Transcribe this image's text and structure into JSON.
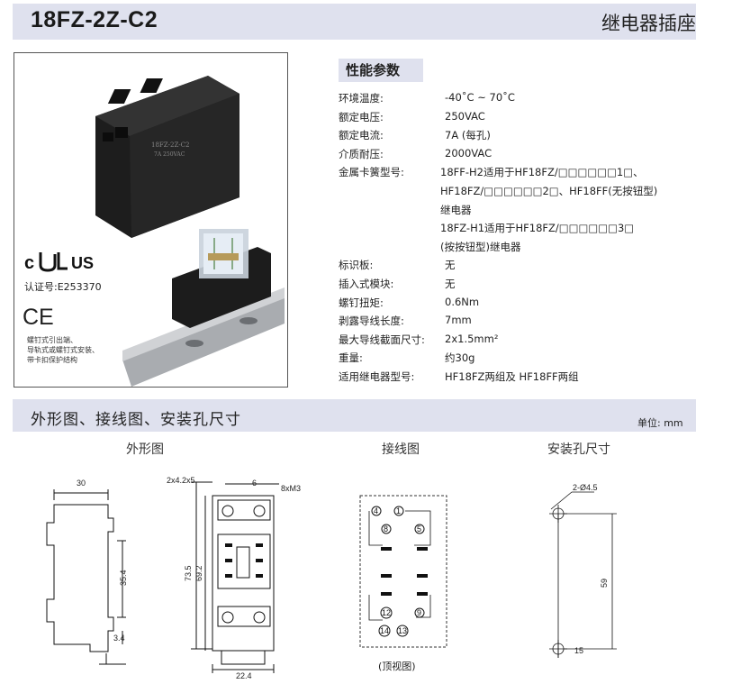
{
  "header": {
    "model": "18FZ-2Z-C2",
    "category": "继电器插座"
  },
  "certification": {
    "ul_mark_c": "c",
    "ul_mark_us": "US",
    "cert_number": "认证号:E253370",
    "ce_mark": "CE",
    "ce_desc": [
      "螺钉式引出端、",
      "导轨式或螺钉式安装、",
      "带卡扣保护结构"
    ]
  },
  "photo": {
    "socket_label_1": "18FZ-2Z-C2",
    "socket_label_2": "7A 250VAC"
  },
  "performance": {
    "title": "性能参数",
    "rows": [
      {
        "k": "环境温度:",
        "v": "-40˚C  ~ 70˚C"
      },
      {
        "k": "额定电压:",
        "v": "250VAC"
      },
      {
        "k": "额定电流:",
        "v": "7A (每孔)"
      },
      {
        "k": "介质耐压:",
        "v": "2000VAC"
      },
      {
        "k": "金属卡簧型号:",
        "v": "18FF-H2适用于HF18FZ/□□□□□□1□、"
      },
      {
        "k": "",
        "v": "HF18FZ/□□□□□□2□、HF18FF(无按钮型)"
      },
      {
        "k": "",
        "v": "继电器"
      },
      {
        "k": "",
        "v": "18FZ-H1适用于HF18FZ/□□□□□□3□"
      },
      {
        "k": "",
        "v": "(按按钮型)继电器"
      },
      {
        "k": "标识板:",
        "v": "无"
      },
      {
        "k": "插入式模块:",
        "v": "无"
      },
      {
        "k": "螺钉扭矩:",
        "v": "0.6Nm"
      },
      {
        "k": "剥露导线长度:",
        "v": "7mm"
      },
      {
        "k": "最大导线截面尺寸:",
        "v": "2x1.5mm²"
      },
      {
        "k": "重量:",
        "v": "约30g"
      },
      {
        "k": "适用继电器型号:",
        "v": "HF18FZ两组及 HF18FF两组"
      }
    ]
  },
  "section": {
    "title": "外形图、接线图、安装孔尺寸",
    "unit": "单位: mm"
  },
  "drawings": {
    "outline_title": "外形图",
    "wiring_title": "接线图",
    "hole_title": "安装孔尺寸",
    "outline_dims": {
      "width": "30",
      "h35": "35.4",
      "h34": "3.4",
      "holes": "2x4.2x5",
      "six": "6",
      "screw": "8xM3",
      "h735": "73.5",
      "h692": "69.2",
      "w224": "22.4"
    },
    "wiring_terminals": [
      "4",
      "1",
      "8",
      "5",
      "12",
      "9",
      "14",
      "13"
    ],
    "wiring_note": "(顶视图)",
    "hole_dims": {
      "hole": "2-Ø4.5",
      "pitch": "59",
      "offset": "15"
    }
  }
}
